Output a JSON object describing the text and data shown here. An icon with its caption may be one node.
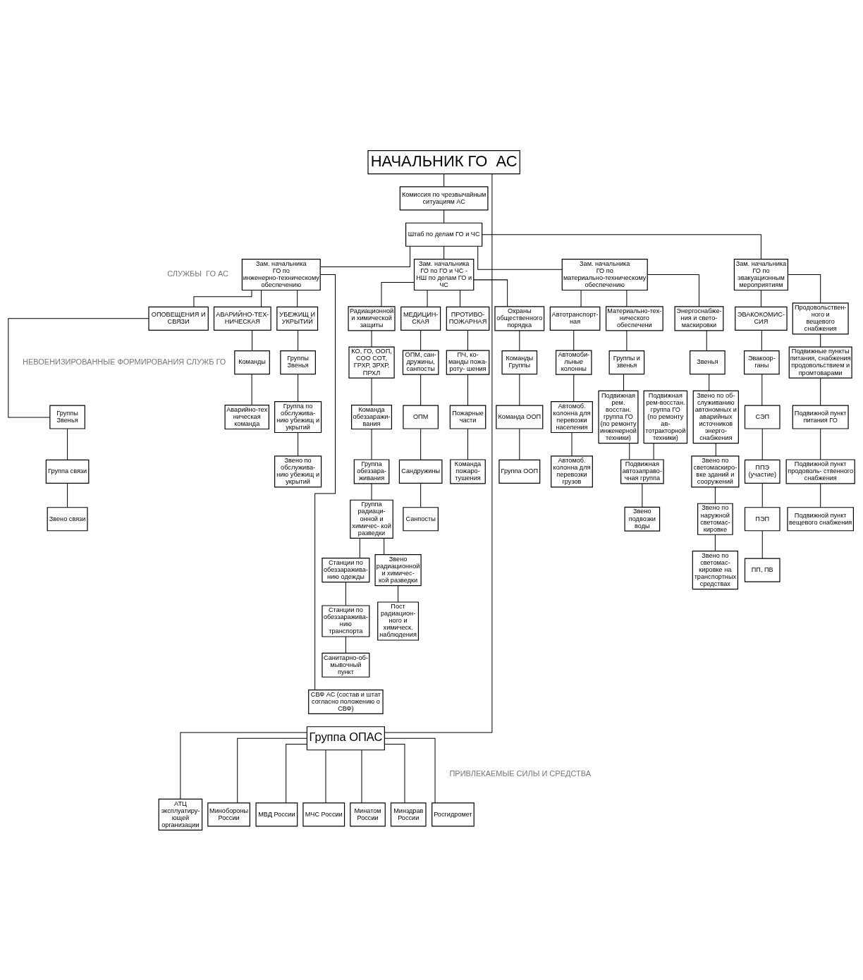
{
  "diagram": {
    "nodes": [
      {
        "text": [
          "НАЧАЛЬНИК ГО  АС"
        ]
      },
      {
        "text": [
          "Комиссия по чрезвычайным ситуациям АС"
        ]
      },
      {
        "text": [
          "Штаб по делам ГО и ЧС"
        ]
      },
      {
        "text": [
          "Зам. начальника ГО по инженерно-техническому обеспечению"
        ]
      },
      {
        "text": [
          "Зам. начальника ГО по ГО и ЧС - НШ по делам ГО и ЧС"
        ]
      },
      {
        "text": [
          "Зам. начальника ГО по материально-техническому обеспечению"
        ]
      },
      {
        "text": [
          "Зам. начальника ГО по эвакуационным мероприятиям"
        ]
      },
      {
        "text": [
          "ОПОВЕЩЕНИЯ И СВЯЗИ"
        ]
      },
      {
        "text": [
          "УБЕЖИЩ И УКРЫТИЙ"
        ]
      },
      {
        "text": [
          "МЕДИЦИН- СКАЯ"
        ]
      },
      {
        "text": [
          "ПРОТИВО- ПОЖАРНАЯ"
        ]
      },
      {
        "text": [
          "Охраны общественного порядка"
        ]
      },
      {
        "text": [
          "Автотранспорт- ная"
        ]
      },
      {
        "text": [
          "Материально-тех- нического обеспечени"
        ]
      },
      {
        "text": [
          "ЭВАКОКОМИС- СИЯ"
        ]
      },
      {
        "text": [
          "АВАРИЙНО-ТЕХ- НИЧЕСКАЯ"
        ]
      },
      {
        "text": [
          "Радиационной и химической защиты"
        ]
      },
      {
        "text": [
          "Энергоснабже- ния и свето- маскировки"
        ]
      },
      {
        "text": [
          "Продовольствен- ного и вещевого снабжения"
        ]
      },
      {
        "text": [
          "Группы Звенья"
        ]
      },
      {
        "text": [
          "Группы Звенья"
        ]
      },
      {
        "text": [
          "Команды"
        ]
      },
      {
        "text": [
          "Аварийно-тех ническая команда"
        ]
      },
      {
        "text": [
          "Группа связи"
        ]
      },
      {
        "text": [
          "Звено связи"
        ]
      },
      {
        "text": [
          "Группа по обслужива- нию убежищ и укрытий"
        ]
      },
      {
        "text": [
          "Звено по обслужива- нию убежищ и укрытий"
        ]
      },
      {
        "text": [
          "ОПМ, сан- дружины, санпосты"
        ]
      },
      {
        "text": [
          "ОПМ"
        ]
      },
      {
        "text": [
          "Сандружины"
        ]
      },
      {
        "text": [
          "Санпосты"
        ]
      },
      {
        "text": [
          "КО, ГО, ООП, СОО СОТ, ГРХР, ЗРХР, ПРХЛ"
        ]
      },
      {
        "text": [
          "Команда обеззаражи- вания"
        ]
      },
      {
        "text": [
          "Группа обеззара- живания"
        ]
      },
      {
        "text": [
          "ПЧ, ко- манды пожа- роту- шения"
        ]
      },
      {
        "text": [
          "Пожарные части"
        ]
      },
      {
        "text": [
          "Команда пожаро- тушения"
        ]
      },
      {
        "text": [
          "Группа радиаци- онной и химичес- кой разведки"
        ]
      },
      {
        "text": [
          "Станции по обеззаражива- нию одежды"
        ]
      },
      {
        "text": [
          "Станции по обеззаражива- нию транспорта"
        ]
      },
      {
        "text": [
          "Санитарно-об- мывочный пункт"
        ]
      },
      {
        "text": [
          "Звено радиационной и химичес- кой разведки"
        ]
      },
      {
        "text": [
          "Пост радиацион- ного и химическ. наблюдения"
        ]
      },
      {
        "text": [
          "Команды Группы"
        ]
      },
      {
        "text": [
          "Команда ООП"
        ]
      },
      {
        "text": [
          "Группа ООП"
        ]
      },
      {
        "text": [
          "Звенья"
        ]
      },
      {
        "text": [
          "Автомоби- льные колонны"
        ]
      },
      {
        "text": [
          "Автомоб. колонна для перевозки населения"
        ]
      },
      {
        "text": [
          "Автомоб. колонна для перевозки грузов"
        ]
      },
      {
        "text": [
          "Звено по об- служиванию автономных и аварийных источников энерго- снабжения"
        ]
      },
      {
        "text": [
          "Звено по светомаскиро- вке зданий и сооружений"
        ]
      },
      {
        "text": [
          "Звено по наружной светомас- кировке"
        ]
      },
      {
        "text": [
          "Звено по светомас- кировке на транспортных средствах"
        ]
      },
      {
        "text": [
          "Группы и звенья"
        ]
      },
      {
        "text": [
          "Подвижная рем. восстан. группа ГО (по ремонту инженерной техники)"
        ]
      },
      {
        "text": [
          "Подвижная рем-восстан. группа ГО (по ремонту ав- тотракторной техники)"
        ]
      },
      {
        "text": [
          "Подвижная автозаправо- чная группа"
        ]
      },
      {
        "text": [
          "Звено подвозки воды"
        ]
      },
      {
        "text": [
          "Подвижные пункты питания, снабжения продовольствием и промтоварами"
        ]
      },
      {
        "text": [
          "Подвижной пункт питания ГО"
        ]
      },
      {
        "text": [
          "Подвижной пункт продоволь- ственного снабжения"
        ]
      },
      {
        "text": [
          "Подвижной пункт вещевого снабжения"
        ]
      },
      {
        "text": [
          "Эвакоор- ганы"
        ]
      },
      {
        "text": [
          "СЭП"
        ]
      },
      {
        "text": [
          "ППЭ (участие)"
        ]
      },
      {
        "text": [
          "ПЭП"
        ]
      },
      {
        "text": [
          "ПП, ПВ"
        ]
      },
      {
        "text": [
          "СВФ АС (состав и штат согласно положению о СВФ)"
        ]
      },
      {
        "text": [
          "Группа ОПАС"
        ]
      },
      {
        "text": [
          "АТЦ эксплуатиру- ющей организации"
        ]
      },
      {
        "text": [
          "Минобороны России"
        ]
      },
      {
        "text": [
          "МВД России"
        ]
      },
      {
        "text": [
          "МЧС России"
        ]
      },
      {
        "text": [
          "Минатом России"
        ]
      },
      {
        "text": [
          "Минздрав России"
        ]
      },
      {
        "text": [
          "Росгидромет"
        ]
      }
    ],
    "edges": [
      {
        "from": 0,
        "to": 1,
        "arrow": "none"
      },
      {
        "from": 1,
        "to": 2,
        "arrow": "none"
      },
      {
        "from": 2,
        "to": 3,
        "arrow": "none"
      },
      {
        "from": 2,
        "to": 4,
        "arrow": "none"
      },
      {
        "from": 2,
        "to": 5,
        "arrow": "none"
      },
      {
        "from": 2,
        "to": 6,
        "arrow": "none"
      },
      {
        "from": 3,
        "to": 7,
        "arrow": "none"
      },
      {
        "from": 3,
        "to": 8,
        "arrow": "none"
      },
      {
        "from": 3,
        "to": 15,
        "arrow": "none"
      },
      {
        "from": 4,
        "to": 9,
        "arrow": "none"
      },
      {
        "from": 4,
        "to": 10,
        "arrow": "none"
      },
      {
        "from": 4,
        "to": 11,
        "arrow": "none"
      },
      {
        "from": 4,
        "to": 16,
        "arrow": "none"
      },
      {
        "from": 5,
        "to": 12,
        "arrow": "none"
      },
      {
        "from": 5,
        "to": 13,
        "arrow": "none"
      },
      {
        "from": 5,
        "to": 17,
        "arrow": "none"
      },
      {
        "from": 6,
        "to": 14,
        "arrow": "none"
      },
      {
        "from": 6,
        "to": 18,
        "arrow": "none"
      },
      {
        "from": 7,
        "to": 19,
        "arrow": "none"
      },
      {
        "from": 19,
        "to": 23,
        "arrow": "none"
      },
      {
        "from": 23,
        "to": 24,
        "arrow": "none"
      },
      {
        "from": 15,
        "to": 21,
        "arrow": "none"
      },
      {
        "from": 21,
        "to": 22,
        "arrow": "none"
      },
      {
        "from": 8,
        "to": 20,
        "arrow": "none"
      },
      {
        "from": 20,
        "to": 25,
        "arrow": "none"
      },
      {
        "from": 25,
        "to": 26,
        "arrow": "none"
      },
      {
        "from": 9,
        "to": 27,
        "arrow": "none"
      },
      {
        "from": 27,
        "to": 28,
        "arrow": "none"
      },
      {
        "from": 28,
        "to": 29,
        "arrow": "none"
      },
      {
        "from": 29,
        "to": 30,
        "arrow": "none"
      },
      {
        "from": 16,
        "to": 31,
        "arrow": "none"
      },
      {
        "from": 31,
        "to": 32,
        "arrow": "none"
      },
      {
        "from": 32,
        "to": 33,
        "arrow": "none"
      },
      {
        "from": 33,
        "to": 37,
        "arrow": "none"
      },
      {
        "from": 37,
        "to": 38,
        "arrow": "none"
      },
      {
        "from": 38,
        "to": 39,
        "arrow": "none"
      },
      {
        "from": 39,
        "to": 40,
        "arrow": "none"
      },
      {
        "from": 37,
        "to": 41,
        "arrow": "none"
      },
      {
        "from": 41,
        "to": 42,
        "arrow": "none"
      },
      {
        "from": 10,
        "to": 34,
        "arrow": "none"
      },
      {
        "from": 34,
        "to": 35,
        "arrow": "none"
      },
      {
        "from": 35,
        "to": 36,
        "arrow": "none"
      },
      {
        "from": 11,
        "to": 43,
        "arrow": "none"
      },
      {
        "from": 43,
        "to": 44,
        "arrow": "none"
      },
      {
        "from": 44,
        "to": 45,
        "arrow": "none"
      },
      {
        "from": 17,
        "to": 46,
        "arrow": "none"
      },
      {
        "from": 12,
        "to": 47,
        "arrow": "none"
      },
      {
        "from": 47,
        "to": 48,
        "arrow": "none"
      },
      {
        "from": 48,
        "to": 49,
        "arrow": "none"
      },
      {
        "from": 46,
        "to": 50,
        "arrow": "none"
      },
      {
        "from": 50,
        "to": 51,
        "arrow": "none"
      },
      {
        "from": 51,
        "to": 52,
        "arrow": "none"
      },
      {
        "from": 52,
        "to": 53,
        "arrow": "none"
      },
      {
        "from": 13,
        "to": 54,
        "arrow": "none"
      },
      {
        "from": 54,
        "to": 55,
        "arrow": "none"
      },
      {
        "from": 55,
        "to": 57,
        "arrow": "none"
      },
      {
        "from": 56,
        "to": 57,
        "arrow": "none"
      },
      {
        "from": 57,
        "to": 58,
        "arrow": "none"
      },
      {
        "from": 18,
        "to": 59,
        "arrow": "none"
      },
      {
        "from": 59,
        "to": 60,
        "arrow": "none"
      },
      {
        "from": 60,
        "to": 61,
        "arrow": "none"
      },
      {
        "from": 61,
        "to": 62,
        "arrow": "none"
      },
      {
        "from": 14,
        "to": 63,
        "arrow": "none"
      },
      {
        "from": 63,
        "to": 64,
        "arrow": "none"
      },
      {
        "from": 64,
        "to": 65,
        "arrow": "none"
      },
      {
        "from": 65,
        "to": 66,
        "arrow": "none"
      },
      {
        "from": 66,
        "to": 67,
        "arrow": "none"
      },
      {
        "from": 3,
        "to": 68,
        "arrow": "none"
      },
      {
        "from": 0,
        "to": 69,
        "arrow": "none"
      },
      {
        "from": 69,
        "to": 70,
        "arrow": "none"
      },
      {
        "from": 69,
        "to": 71,
        "arrow": "none"
      },
      {
        "from": 69,
        "to": 72,
        "arrow": "none"
      },
      {
        "from": 69,
        "to": 73,
        "arrow": "none"
      },
      {
        "from": 69,
        "to": 74,
        "arrow": "none"
      },
      {
        "from": 69,
        "to": 75,
        "arrow": "none"
      },
      {
        "from": 69,
        "to": 76,
        "arrow": "none"
      }
    ],
    "labels": [
      "СЛУЖБЫ  ГО АС",
      "НЕВОЕНИЗИРОВАННЫЕ ФОРМИРОВАНИЯ СЛУЖБ ГО",
      "ПРИВЛЕКАЕМЫЕ СИЛЫ И СРЕДСТВА"
    ]
  }
}
